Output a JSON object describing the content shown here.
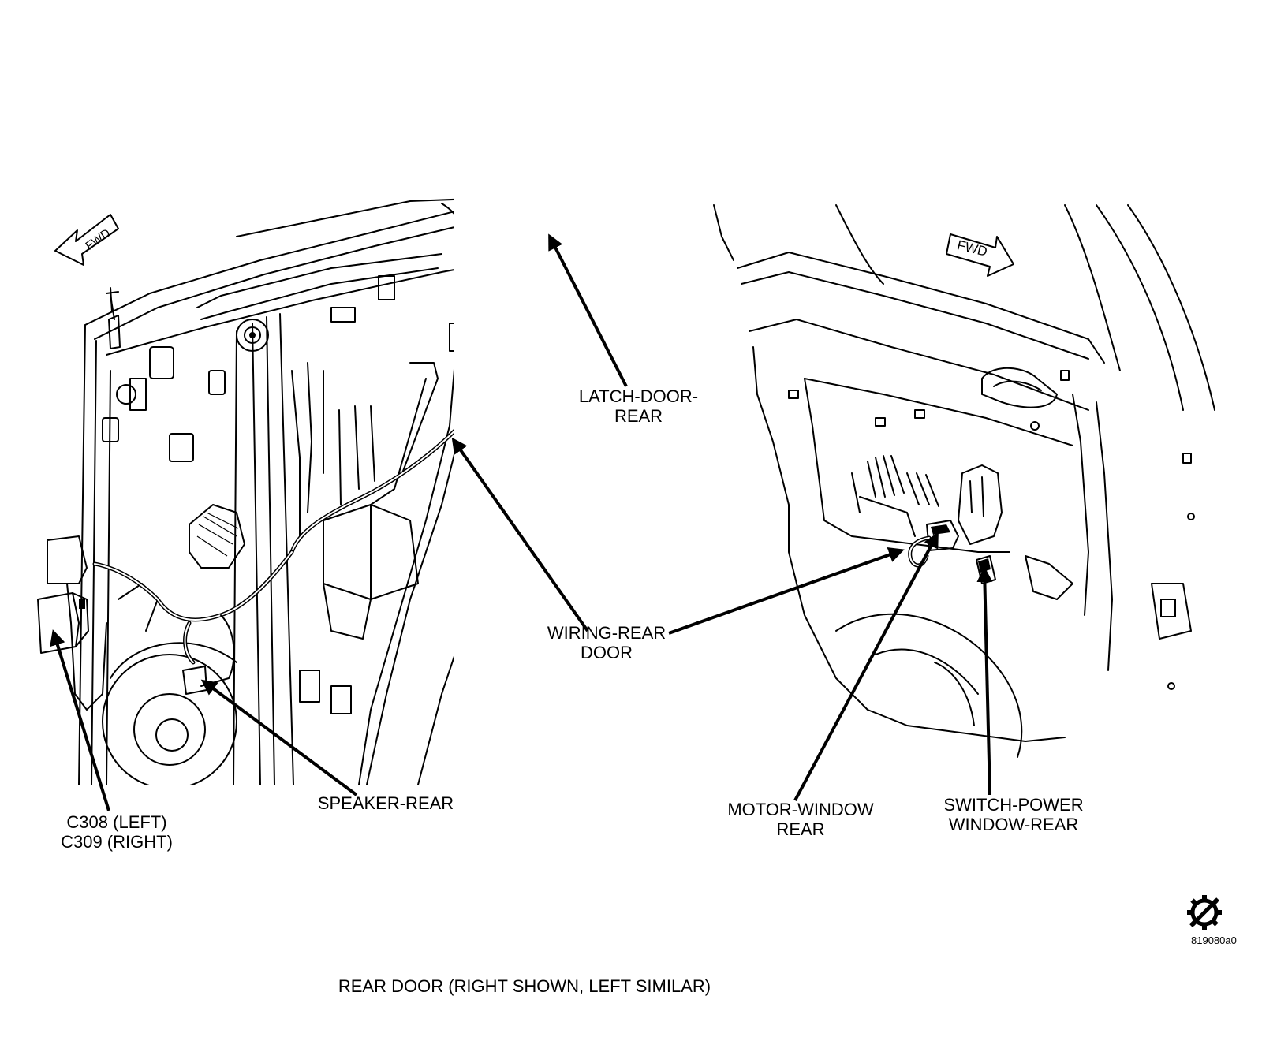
{
  "labels": {
    "latch": [
      "LATCH-DOOR-",
      "REAR"
    ],
    "wiring": [
      "WIRING-REAR",
      "DOOR"
    ],
    "speaker": [
      "SPEAKER-REAR"
    ],
    "connector": [
      "C308 (LEFT)",
      "C309 (RIGHT)"
    ],
    "motor": [
      "MOTOR-WINDOW",
      "REAR"
    ],
    "switch": [
      "SWITCH-POWER",
      "WINDOW-REAR"
    ]
  },
  "fwd_left": "FWD",
  "fwd_right": "FWD",
  "code": "819080a0",
  "caption": "REAR DOOR (RIGHT SHOWN, LEFT SIMILAR)"
}
